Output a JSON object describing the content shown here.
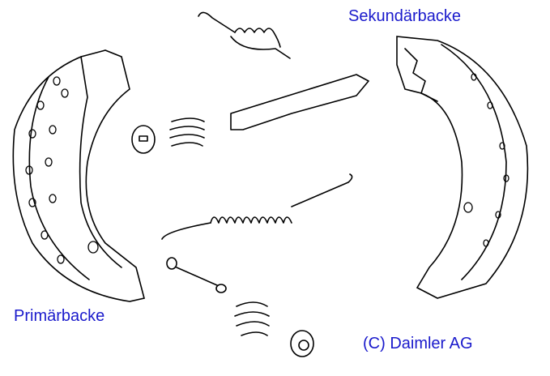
{
  "labels": {
    "secondary_shoe": "Sekundärbacke",
    "primary_shoe": "Primärbacke",
    "copyright": "(C) Daimler AG"
  },
  "colors": {
    "label": "#1a1acc",
    "line": "#000000"
  }
}
